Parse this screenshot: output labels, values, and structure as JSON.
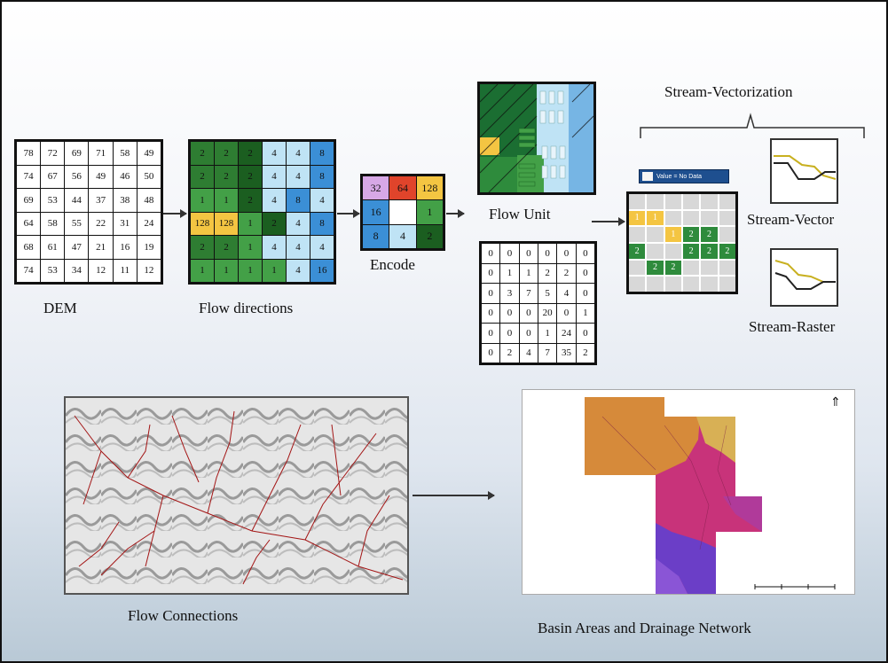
{
  "labels": {
    "dem": "DEM",
    "flow_directions": "Flow directions",
    "encode": "Encode",
    "flow_unit": "Flow Unit",
    "stream_vectorization": "Stream-Vectorization",
    "stream_vector": "Stream-Vector",
    "stream_raster": "Stream-Raster",
    "flow_connections": "Flow Connections",
    "basin_areas": "Basin Areas and Drainage Network",
    "legend": "Value = No Data"
  },
  "dem_grid": [
    [
      "78",
      "72",
      "69",
      "71",
      "58",
      "49"
    ],
    [
      "74",
      "67",
      "56",
      "49",
      "46",
      "50"
    ],
    [
      "69",
      "53",
      "44",
      "37",
      "38",
      "48"
    ],
    [
      "64",
      "58",
      "55",
      "22",
      "31",
      "24"
    ],
    [
      "68",
      "61",
      "47",
      "21",
      "16",
      "19"
    ],
    [
      "74",
      "53",
      "34",
      "12",
      "11",
      "12"
    ]
  ],
  "flow_dir_grid": [
    [
      "2",
      "2",
      "2",
      "4",
      "4",
      "8"
    ],
    [
      "2",
      "2",
      "2",
      "4",
      "4",
      "8"
    ],
    [
      "1",
      "1",
      "2",
      "4",
      "8",
      "4"
    ],
    [
      "128",
      "128",
      "1",
      "2",
      "4",
      "8"
    ],
    [
      "2",
      "2",
      "1",
      "4",
      "4",
      "4"
    ],
    [
      "1",
      "1",
      "1",
      "1",
      "4",
      "16"
    ]
  ],
  "encode_grid": [
    [
      "32",
      "64",
      "128"
    ],
    [
      "16",
      "",
      "1"
    ],
    [
      "8",
      "4",
      "2"
    ]
  ],
  "accum_grid": [
    [
      "0",
      "0",
      "0",
      "0",
      "0",
      "0"
    ],
    [
      "0",
      "1",
      "1",
      "2",
      "2",
      "0"
    ],
    [
      "0",
      "3",
      "7",
      "5",
      "4",
      "0"
    ],
    [
      "0",
      "0",
      "0",
      "20",
      "0",
      "1"
    ],
    [
      "0",
      "0",
      "0",
      "1",
      "24",
      "0"
    ],
    [
      "0",
      "2",
      "4",
      "7",
      "35",
      "2"
    ]
  ],
  "stream_grid": [
    [
      "",
      "",
      "",
      "",
      "",
      ""
    ],
    [
      "1",
      "1",
      "",
      "",
      "",
      ""
    ],
    [
      "",
      "",
      "1",
      "2",
      "2",
      ""
    ],
    [
      "2",
      "",
      "",
      "2",
      "2",
      "2"
    ],
    [
      "",
      "2",
      "2",
      "",
      "",
      ""
    ],
    [
      "",
      "",
      "",
      "",
      "",
      ""
    ]
  ],
  "colors": {
    "flow_dir": [
      [
        "#2e7d32",
        "#2e7d32",
        "#1b5e20",
        "#bfe3f5",
        "#bfe3f5",
        "#3b8fd6"
      ],
      [
        "#2e7d32",
        "#2e7d32",
        "#1b5e20",
        "#bfe3f5",
        "#bfe3f5",
        "#3b8fd6"
      ],
      [
        "#43a047",
        "#43a047",
        "#1b5e20",
        "#bfe3f5",
        "#3b8fd6",
        "#bfe3f5"
      ],
      [
        "#f4c542",
        "#f4c542",
        "#43a047",
        "#1b5e20",
        "#bfe3f5",
        "#3b8fd6"
      ],
      [
        "#2e7d32",
        "#2e7d32",
        "#43a047",
        "#bfe3f5",
        "#bfe3f5",
        "#bfe3f5"
      ],
      [
        "#43a047",
        "#43a047",
        "#43a047",
        "#43a047",
        "#bfe3f5",
        "#3b8fd6"
      ]
    ],
    "encode": [
      [
        "#d7a8e6",
        "#e0442b",
        "#f4c542"
      ],
      [
        "#3b8fd6",
        "#ffffff",
        "#43a047"
      ],
      [
        "#3b8fd6",
        "#bfe3f5",
        "#1b5e20"
      ]
    ],
    "stream": [
      [
        "#d8d8d8",
        "#d8d8d8",
        "#d8d8d8",
        "#d8d8d8",
        "#d8d8d8",
        "#d8d8d8"
      ],
      [
        "#f4c542",
        "#f4c542",
        "#d8d8d8",
        "#d8d8d8",
        "#d8d8d8",
        "#d8d8d8"
      ],
      [
        "#d8d8d8",
        "#d8d8d8",
        "#f4c542",
        "#2e8b3c",
        "#2e8b3c",
        "#d8d8d8"
      ],
      [
        "#2e8b3c",
        "#d8d8d8",
        "#d8d8d8",
        "#2e8b3c",
        "#2e8b3c",
        "#2e8b3c"
      ],
      [
        "#d8d8d8",
        "#2e8b3c",
        "#2e8b3c",
        "#d8d8d8",
        "#d8d8d8",
        "#d8d8d8"
      ],
      [
        "#d8d8d8",
        "#d8d8d8",
        "#d8d8d8",
        "#d8d8d8",
        "#d8d8d8",
        "#d8d8d8"
      ]
    ]
  }
}
